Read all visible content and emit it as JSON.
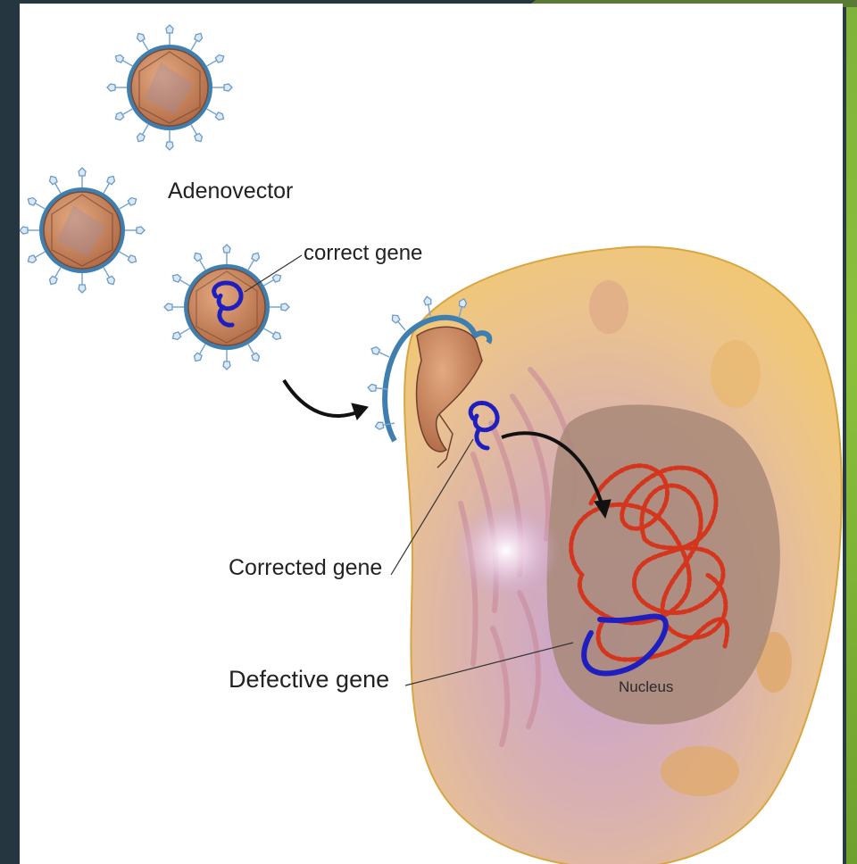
{
  "labels": {
    "adenovector": "Adenovector",
    "correct_gene": "correct gene",
    "corrected_gene": "Corrected gene",
    "defective_gene": "Defective gene",
    "nucleus": "Nucleus"
  },
  "colors": {
    "background": "#263640",
    "accent_green": "#8cc03c",
    "cell_body": "#e8c58a",
    "nucleus": "#a8897e",
    "virus_capsid": "#c98a5e",
    "virus_envelope": "#3f7fb0",
    "corrected_gene": "#1f1fbf",
    "dna_red": "#d3361c",
    "defective_gene": "#1f1fbf"
  }
}
